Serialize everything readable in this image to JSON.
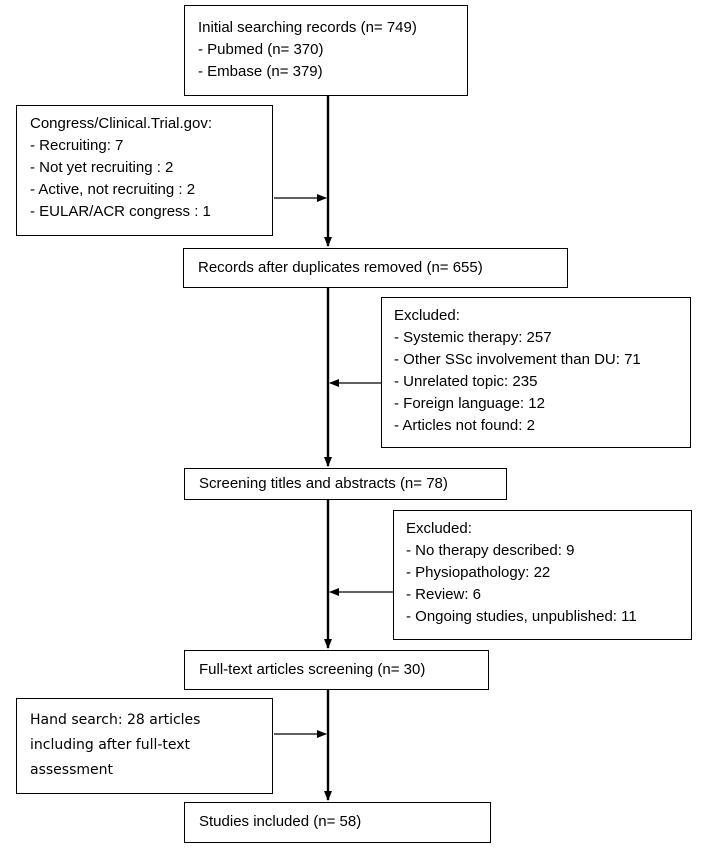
{
  "boxes": {
    "initial": {
      "lines": [
        "Initial searching records (n= 749)",
        "- Pubmed (n= 370)",
        "- Embase (n= 379)"
      ]
    },
    "congress": {
      "lines": [
        "Congress/Clinical.Trial.gov:",
        "- Recruiting: 7",
        "- Not yet recruiting : 2",
        "- Active, not recruiting : 2",
        "- EULAR/ACR congress : 1"
      ]
    },
    "duplicates": {
      "lines": [
        "Records after duplicates removed (n= 655)"
      ]
    },
    "excluded1": {
      "lines": [
        "Excluded:",
        "- Systemic therapy: 257",
        "- Other SSc involvement than DU: 71",
        "- Unrelated topic: 235",
        "- Foreign language: 12",
        "- Articles not found: 2"
      ]
    },
    "screening": {
      "lines": [
        "Screening titles and abstracts (n= 78)"
      ]
    },
    "excluded2": {
      "lines": [
        "Excluded:",
        "- No therapy described: 9",
        "- Physiopathology: 22",
        "- Review: 6",
        "- Ongoing studies, unpublished: 11"
      ]
    },
    "fulltext": {
      "lines": [
        "Full-text articles screening (n= 30)"
      ]
    },
    "hand": {
      "lines": [
        "Hand search: 28 articles",
        "including after full-text",
        "assessment"
      ]
    },
    "included": {
      "lines": [
        "Studies included (n= 58)"
      ]
    }
  }
}
